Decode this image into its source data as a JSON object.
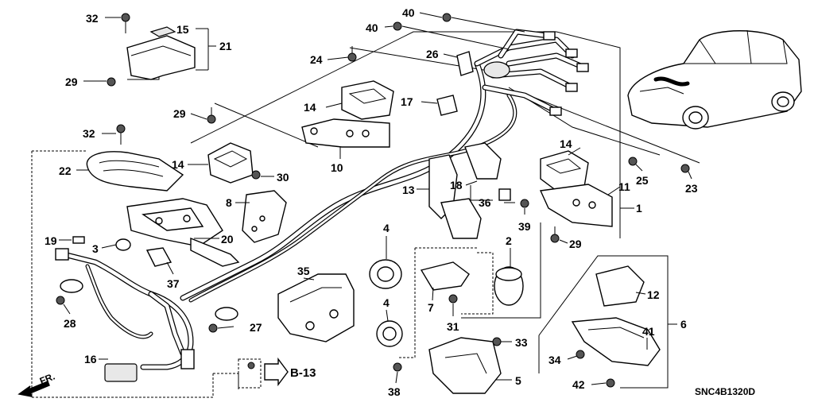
{
  "diagram": {
    "code": "SNC4B1320D",
    "reference": "B-13",
    "direction": "FR.",
    "callouts": [
      "1",
      "2",
      "3",
      "4",
      "5",
      "6",
      "7",
      "8",
      "10",
      "11",
      "12",
      "13",
      "14",
      "15",
      "16",
      "17",
      "18",
      "19",
      "20",
      "21",
      "22",
      "23",
      "24",
      "25",
      "26",
      "27",
      "28",
      "29",
      "30",
      "31",
      "32",
      "33",
      "34",
      "35",
      "36",
      "37",
      "38",
      "39",
      "40",
      "41",
      "42"
    ]
  }
}
